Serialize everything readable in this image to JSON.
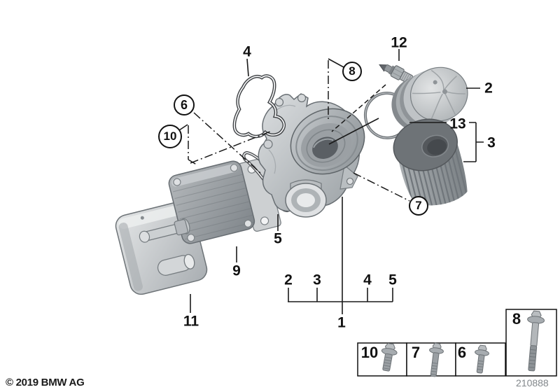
{
  "page": {
    "copyright": "© 2019 BMW AG",
    "drawing_number": "210888",
    "background_color": "#ffffff",
    "line_color": "#1a1a1a",
    "metal_light_color": "#d9dcde",
    "metal_dark_color": "#8a9094"
  },
  "callouts": {
    "part2": "2",
    "part3": "3",
    "part4": "4",
    "part5": "5",
    "part9": "9",
    "part11": "11",
    "part12": "12",
    "part13": "13",
    "circled6": "6",
    "circled7": "7",
    "circled8": "8",
    "circled10": "10",
    "bracket": {
      "item2": "2",
      "item3": "3",
      "item4": "4",
      "item5": "5",
      "assembly": "1"
    }
  },
  "fastener_boxes": [
    {
      "label": "10"
    },
    {
      "label": "7"
    },
    {
      "label": "6"
    },
    {
      "label": "8"
    }
  ]
}
